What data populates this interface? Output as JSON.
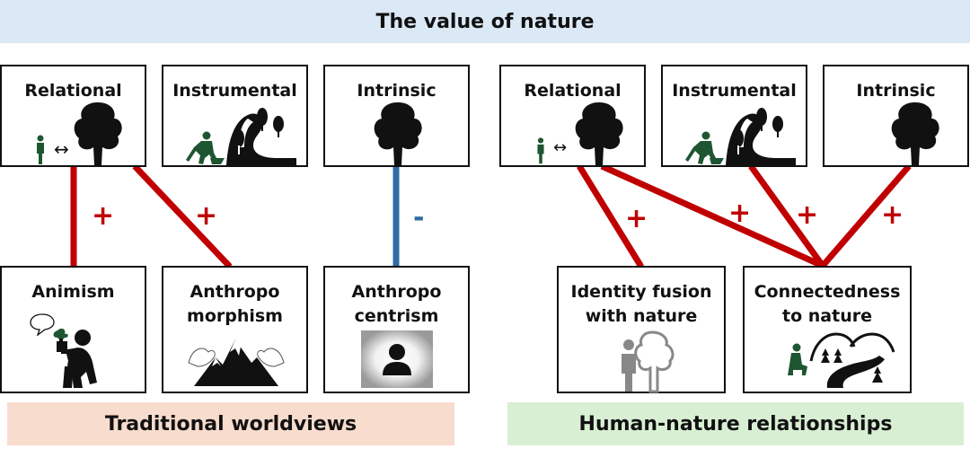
{
  "title": "The value of nature",
  "value_boxes_left": [
    {
      "label": "Relational"
    },
    {
      "label": "Instrumental"
    },
    {
      "label": "Intrinsic"
    }
  ],
  "value_boxes_right": [
    {
      "label": "Relational"
    },
    {
      "label": "Instrumental"
    },
    {
      "label": "Intrinsic"
    }
  ],
  "outcome_boxes_left": [
    {
      "label_line1": "Animism",
      "label_line2": ""
    },
    {
      "label_line1": "Anthropo",
      "label_line2": "morphism"
    },
    {
      "label_line1": "Anthropo",
      "label_line2": "centrism"
    }
  ],
  "outcome_boxes_right": [
    {
      "label_line1": "Identity fusion",
      "label_line2": "with nature"
    },
    {
      "label_line1": "Connectedness",
      "label_line2": "to nature"
    }
  ],
  "groups": {
    "left": "Traditional worldviews",
    "right": "Human-nature relationships"
  },
  "relations": [
    {
      "from": "Relational",
      "to": "Animism",
      "sign": "+"
    },
    {
      "from": "Relational",
      "to": "Anthropomorphism",
      "sign": "+"
    },
    {
      "from": "Intrinsic",
      "to": "Anthropocentrism",
      "sign": "-"
    },
    {
      "from": "Relational",
      "to": "Identity fusion with nature",
      "sign": "+"
    },
    {
      "from": "Relational",
      "to": "Connectedness to nature",
      "sign": "+"
    },
    {
      "from": "Instrumental",
      "to": "Connectedness to nature",
      "sign": "+"
    },
    {
      "from": "Intrinsic",
      "to": "Connectedness to nature",
      "sign": "+"
    }
  ],
  "colors": {
    "positive": "#c00000",
    "negative": "#2e6da4",
    "person_green": "#1e5631"
  },
  "arrow_symbol": "↔",
  "icons": [
    "person-icon",
    "tree-icon",
    "worker-icon",
    "landscape-icon",
    "speech-bubble-icon",
    "sitting-person-icon",
    "mountain-icon",
    "bust-icon",
    "person-tree-icon",
    "kneeling-person-icon"
  ]
}
